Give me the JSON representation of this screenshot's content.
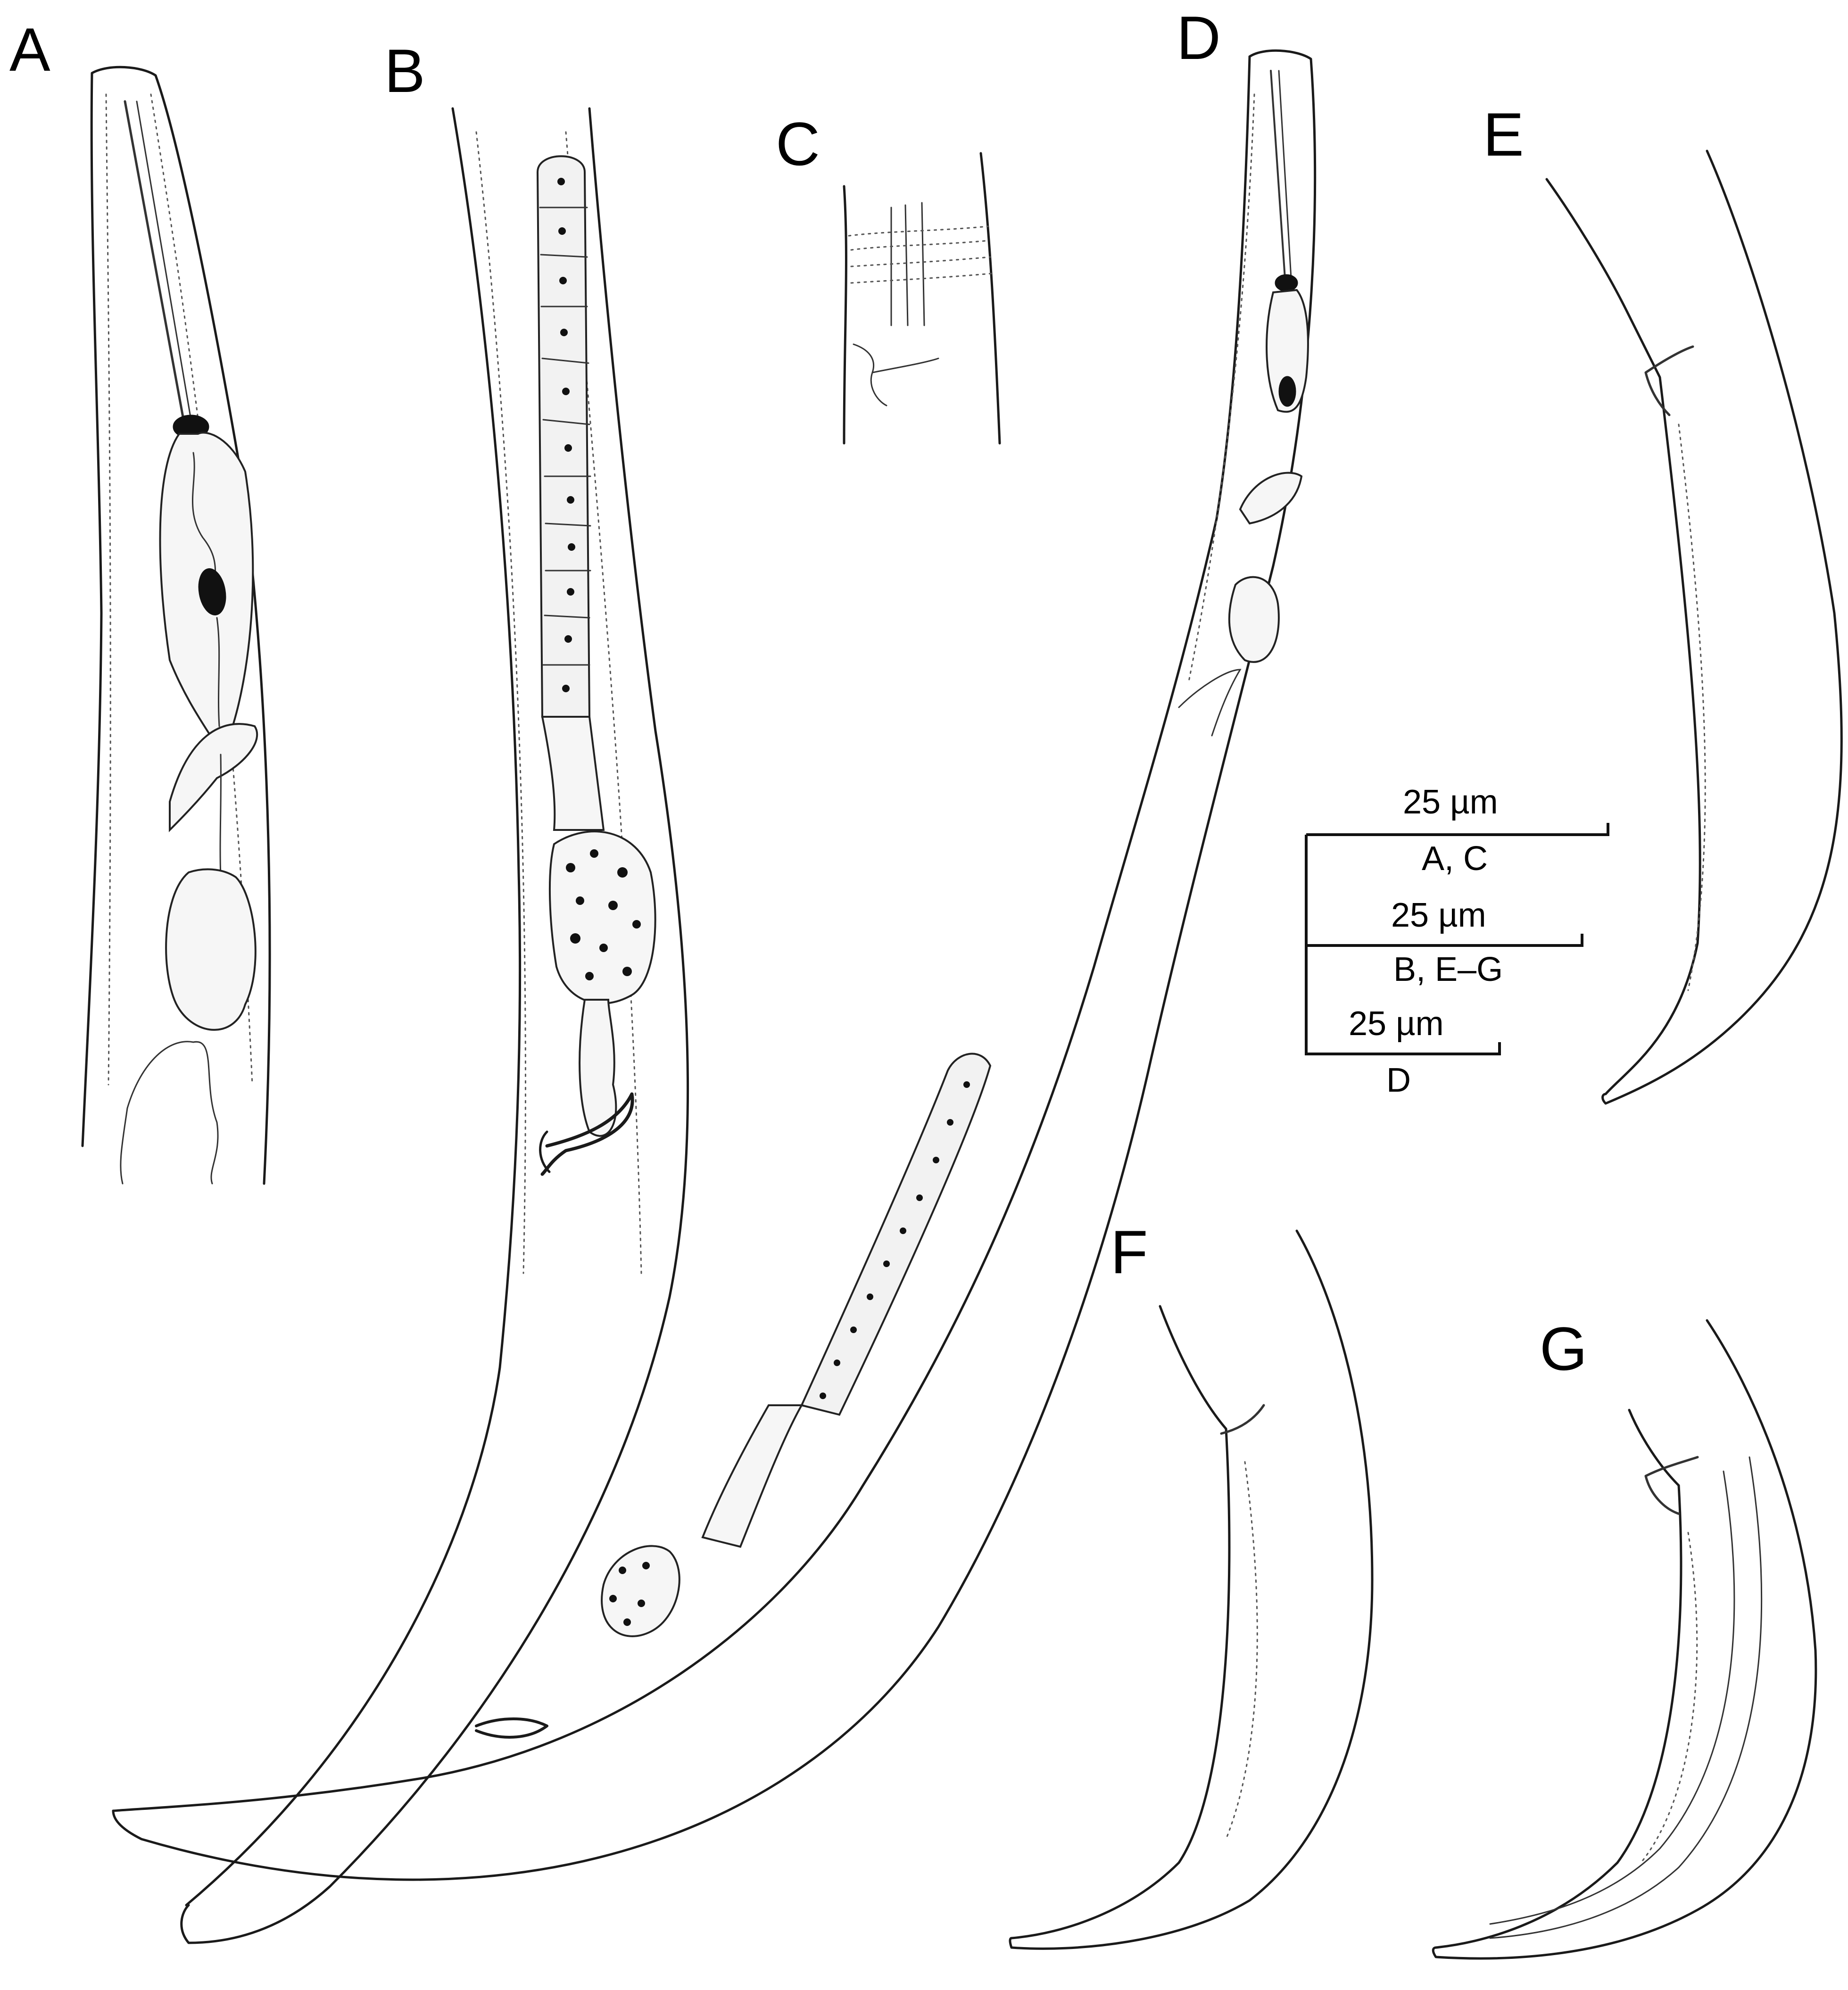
{
  "panels": {
    "A": "A",
    "B": "B",
    "C": "C",
    "D": "D",
    "E": "E",
    "F": "F",
    "G": "G"
  },
  "scale_bars": [
    {
      "length_label": "25 µm",
      "panels": "A, C"
    },
    {
      "length_label": "25 µm",
      "panels": "B, E–G"
    },
    {
      "length_label": "25 µm",
      "panels": "D"
    }
  ]
}
